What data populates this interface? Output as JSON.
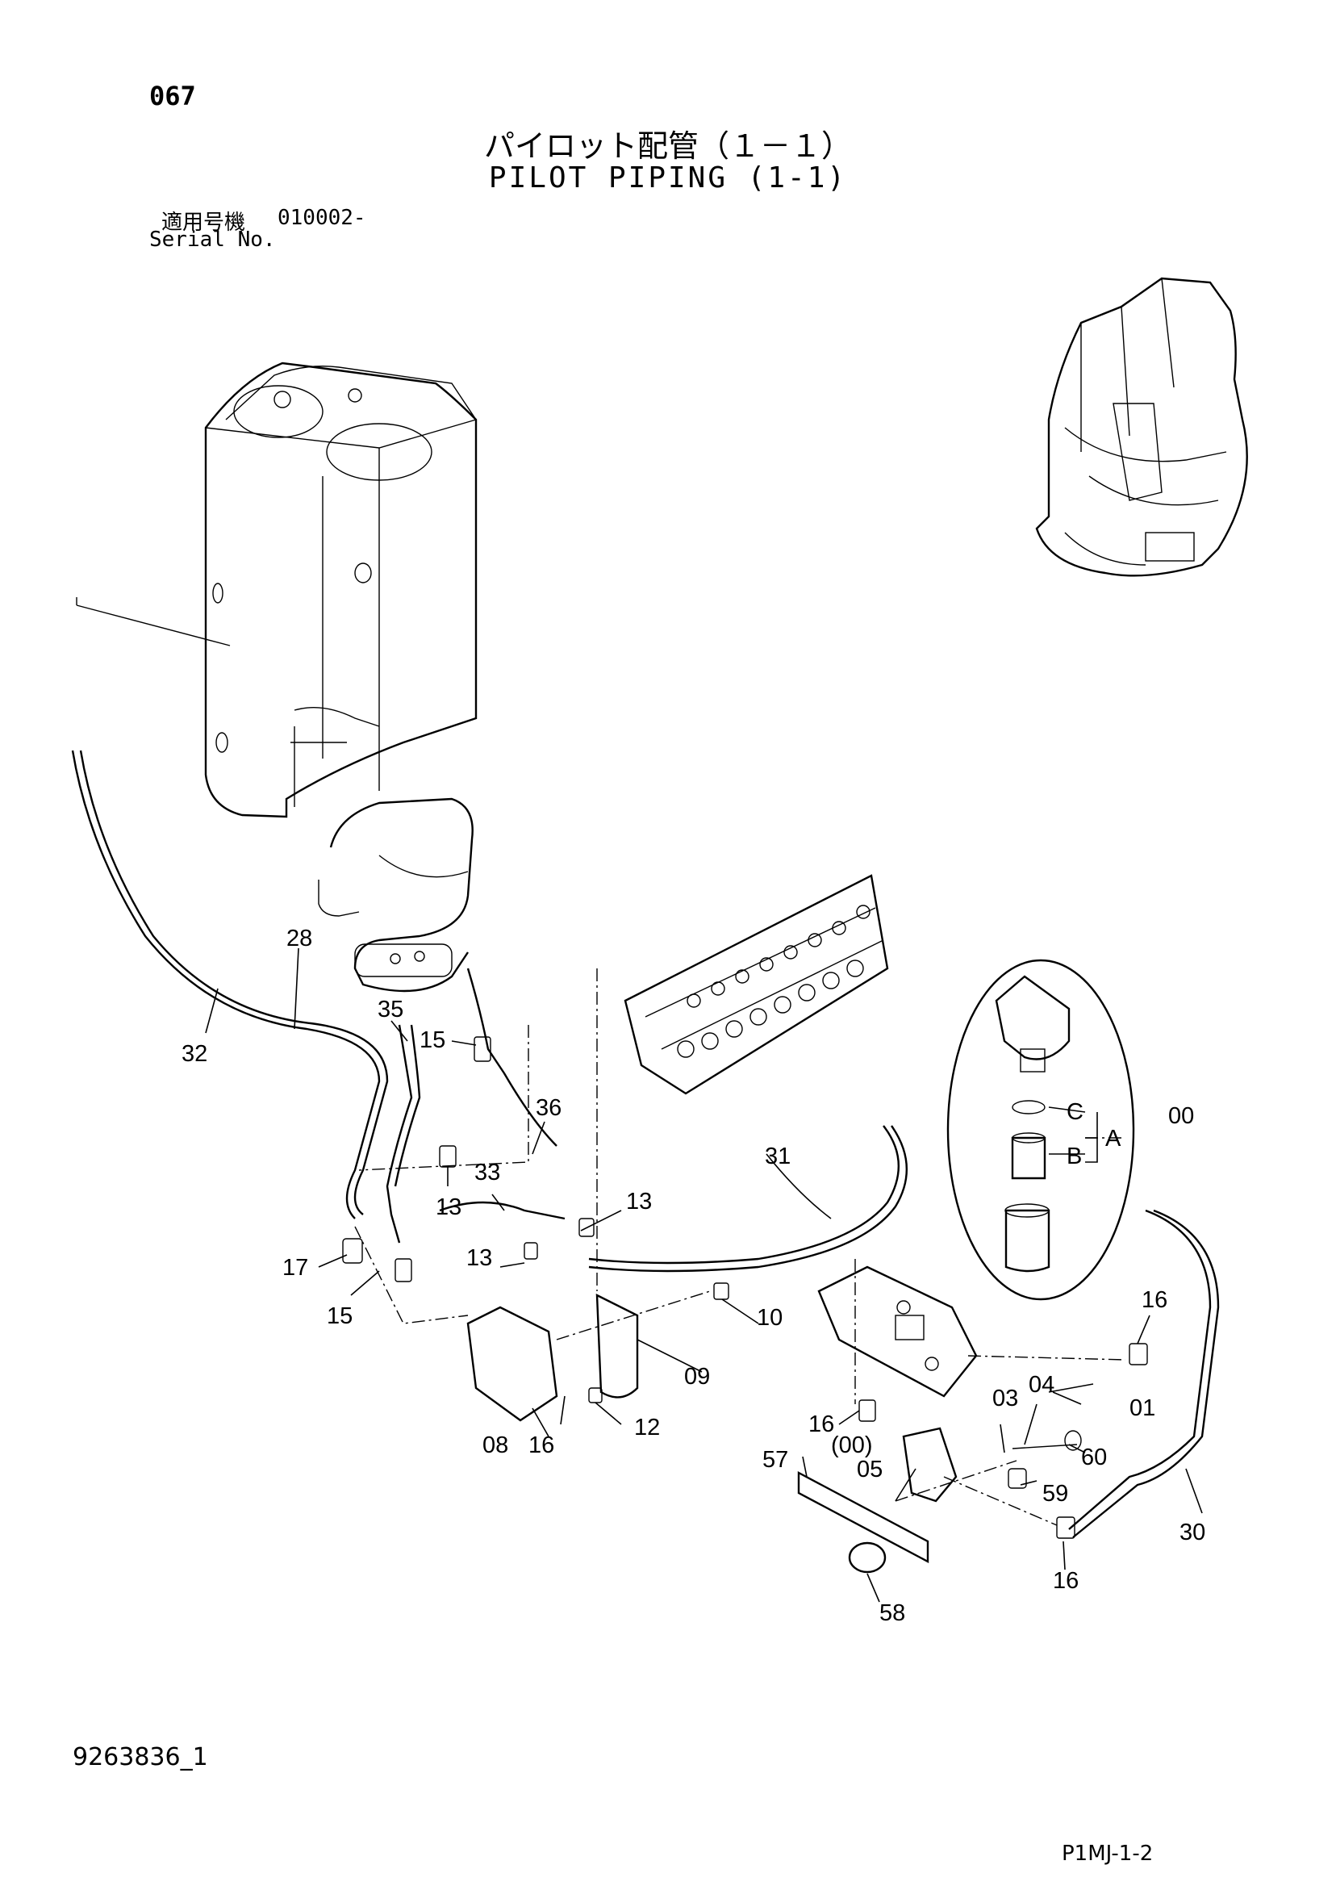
{
  "header": {
    "page_number": "067",
    "title_jp": "パイロット配管（１－１）",
    "title_en": "PILOT PIPING (1-1)",
    "serial_label_jp": "適用号機",
    "serial_value": "010002-",
    "serial_label_en": "Serial No."
  },
  "callouts": [
    "28",
    "32",
    "35",
    "15",
    "36",
    "33",
    "13",
    "31",
    "13",
    "13",
    "17",
    "15",
    "10",
    "09",
    "12",
    "16",
    "08",
    "16",
    "03",
    "04",
    "01",
    "16",
    "(00)",
    "60",
    "57",
    "05",
    "59",
    "30",
    "16",
    "58",
    "C",
    "B",
    "A",
    "00"
  ],
  "footer": {
    "doc_id": "9263836_1",
    "drawing_code": "P1MJ-1-2"
  }
}
